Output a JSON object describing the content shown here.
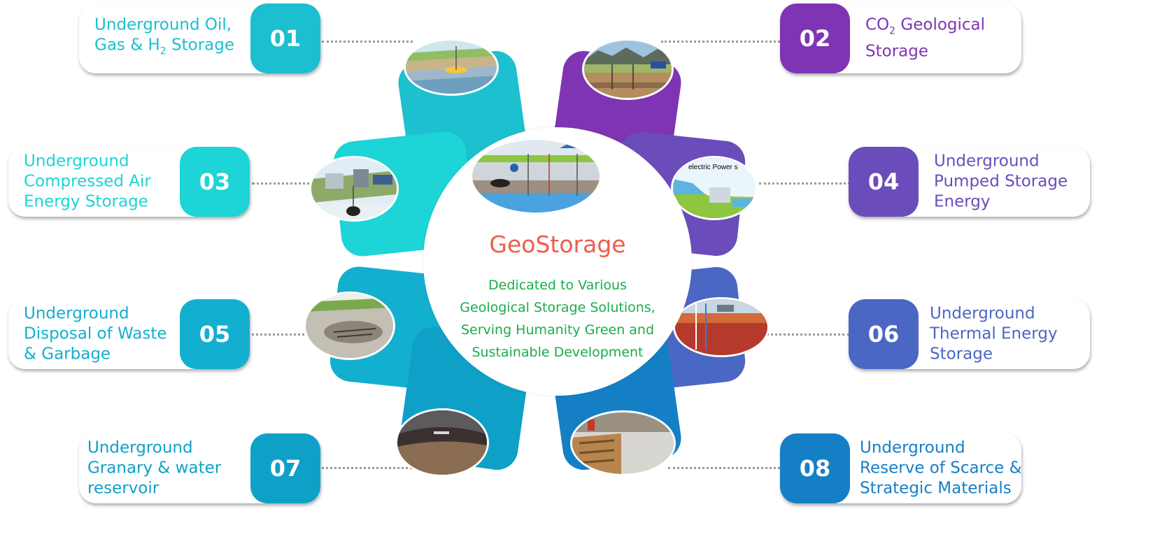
{
  "center": {
    "title": "GeoStorage",
    "tagline_lines": [
      "Dedicated to Various",
      "Geological Storage Solutions,",
      "Serving Humanity Green and",
      "Sustainable Development"
    ]
  },
  "colors": {
    "petal_01": "#1dc0cf",
    "petal_02": "#7f35b3",
    "petal_03": "#1dd4d6",
    "petal_04": "#6a4dbb",
    "petal_05": "#13afcf",
    "petal_06": "#4b67c4",
    "petal_07": "#0fa0c8",
    "petal_08": "#157fc6",
    "title": "#ee5d4d",
    "tagline": "#1aad4a"
  },
  "items": [
    {
      "number": "01",
      "lines": [
        "Underground Oil,",
        "Gas & H",
        "2",
        " Storage"
      ],
      "color": "#1bbfcf",
      "image": "oil-gas-reservoir-illustration"
    },
    {
      "number": "02",
      "lines": [
        "CO",
        "2",
        " Geological",
        "Storage"
      ],
      "color": "#7f35b3",
      "image": "co2-injection-site-illustration"
    },
    {
      "number": "03",
      "lines": [
        "Underground",
        "Compressed Air",
        "Energy Storage"
      ],
      "color": "#1dd4d6",
      "image": "compressed-air-plant-illustration"
    },
    {
      "number": "04",
      "lines": [
        "Underground",
        "Pumped Storage",
        "Energy"
      ],
      "color": "#6a4dbb",
      "image": "hydroelectric-diagram",
      "image_caption": "electric Power s"
    },
    {
      "number": "05",
      "lines": [
        "Underground",
        "Disposal of Waste",
        "& Garbage"
      ],
      "color": "#13afcf",
      "image": "underground-disposal-cavern-illustration"
    },
    {
      "number": "06",
      "lines": [
        "Underground",
        "Thermal Energy",
        "Storage"
      ],
      "color": "#4b67c4",
      "image": "thermal-storage-diagram"
    },
    {
      "number": "07",
      "lines": [
        "Underground",
        "Granary & water",
        "reservoir"
      ],
      "color": "#0fa0c8",
      "image": "underground-granary-photo"
    },
    {
      "number": "08",
      "lines": [
        "Underground",
        "Reserve of Scarce &",
        "Strategic Materials"
      ],
      "color": "#157fc6",
      "image": "strategic-materials-warehouse-photo"
    }
  ]
}
